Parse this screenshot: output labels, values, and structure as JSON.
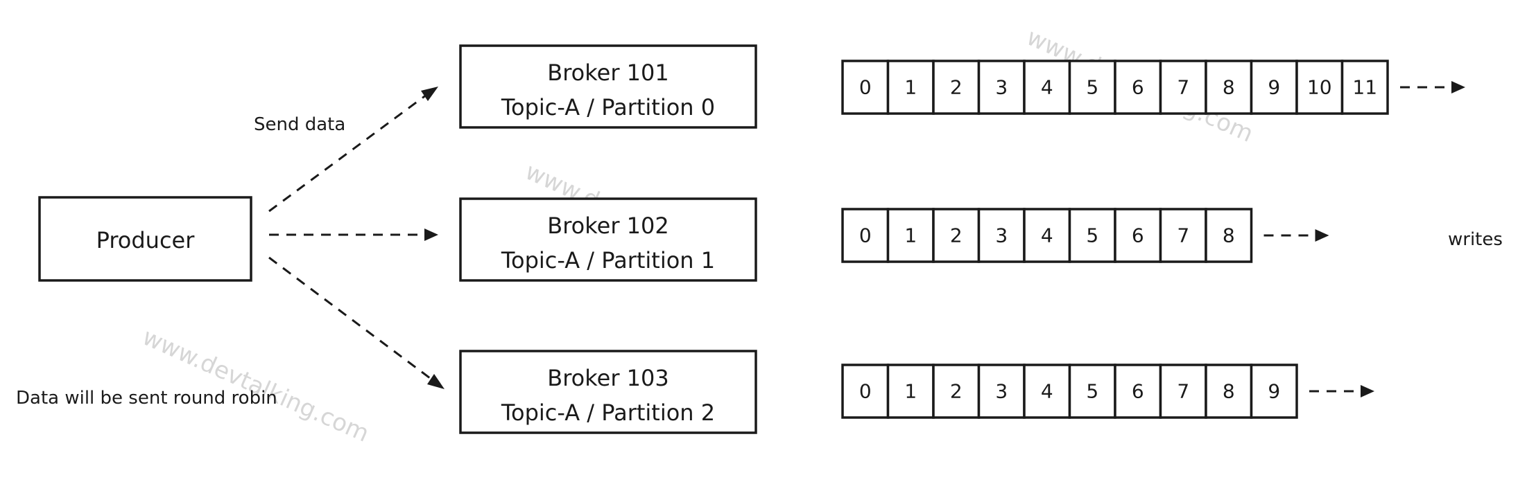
{
  "producer": {
    "label": "Producer"
  },
  "edge_labels": {
    "send_data": "Send data",
    "round_robin": "Data will be sent round robin",
    "writes": "writes"
  },
  "brokers": [
    {
      "title": "Broker 101",
      "subtitle": "Topic-A / Partition 0",
      "offsets": [
        "0",
        "1",
        "2",
        "3",
        "4",
        "5",
        "6",
        "7",
        "8",
        "9",
        "10",
        "11"
      ]
    },
    {
      "title": "Broker 102",
      "subtitle": "Topic-A / Partition 1",
      "offsets": [
        "0",
        "1",
        "2",
        "3",
        "4",
        "5",
        "6",
        "7",
        "8"
      ]
    },
    {
      "title": "Broker 103",
      "subtitle": "Topic-A / Partition 2",
      "offsets": [
        "0",
        "1",
        "2",
        "3",
        "4",
        "5",
        "6",
        "7",
        "8",
        "9"
      ]
    }
  ],
  "watermark": "www.devtalking.com",
  "colors": {
    "ink": "#1a1a1a",
    "watermark": "#d6d6d6",
    "background": "#ffffff"
  }
}
